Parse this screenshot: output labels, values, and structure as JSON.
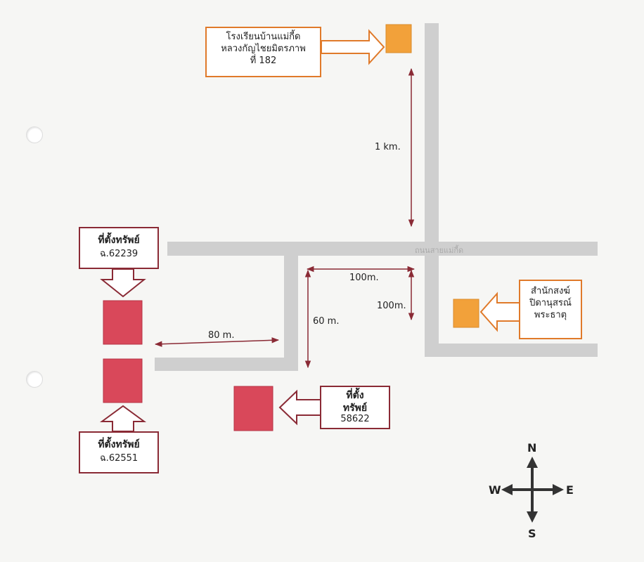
{
  "labels": {
    "school": [
      "โรงเรียนบ้านแม่กี้ด",
      "หลวงกัญไชยมิตรภาพ",
      "ที่ 182"
    ],
    "temple": [
      "สำนักสงฆ์",
      "ปิดานุสรณ์",
      "พระธาตุ"
    ],
    "asset_62239": {
      "line1": "ที่ตั้งทรัพย์",
      "line2": "ฉ.62239"
    },
    "asset_62551": {
      "line1": "ที่ตั้งทรัพย์",
      "line2": "ฉ.62551"
    },
    "asset_58622": {
      "line1": "ที่ตั้ง",
      "line2": "ทรัพย์",
      "line3": "58622"
    },
    "road_name": "ถนนสายแม่กี้ด"
  },
  "distances": {
    "to_school": "1 km.",
    "horizontal_100": "100m.",
    "vertical_100": "100m.",
    "vertical_60": "60 m.",
    "horizontal_80": "80 m."
  },
  "compass": {
    "north": "N",
    "south": "S",
    "east": "E",
    "west": "W"
  },
  "colors": {
    "road": "#cfcfcf",
    "asset": "#d9485a",
    "landmark": "#f2a13a",
    "callout_orange": "#e07a2a",
    "callout_maroon": "#8a2a35",
    "measure_arrow": "#8a2a35"
  }
}
